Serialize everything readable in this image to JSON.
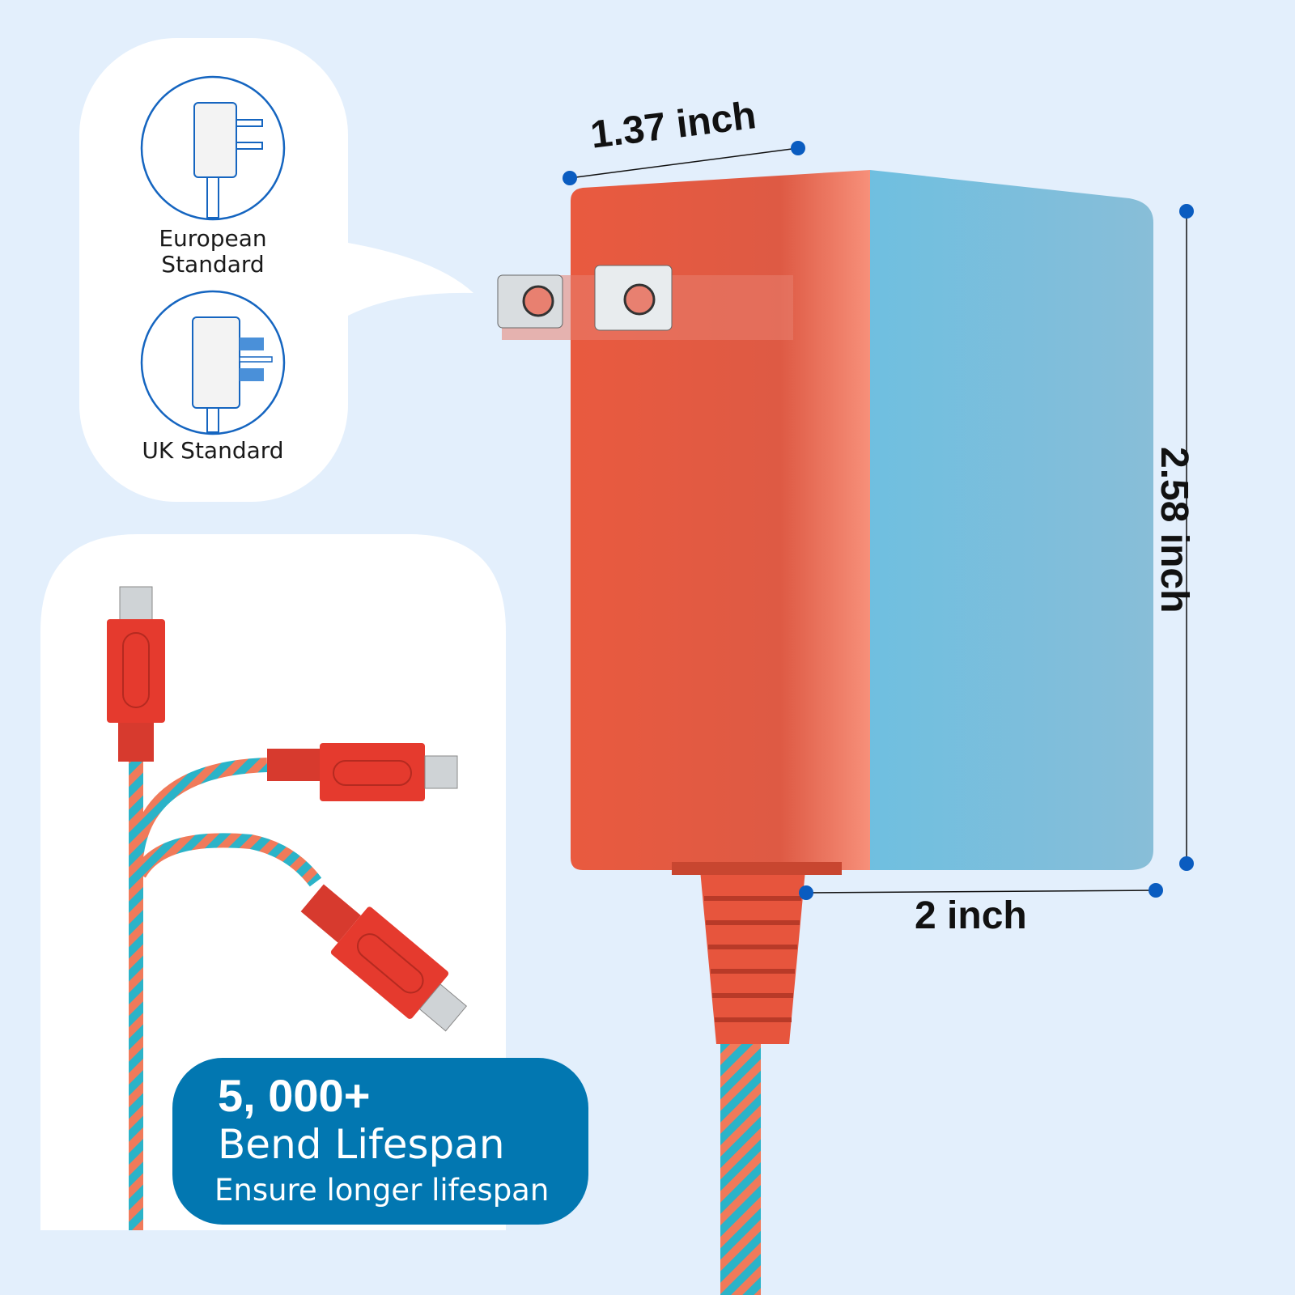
{
  "plug_options": {
    "european_label": "European Standard",
    "uk_label": "UK Standard"
  },
  "dimensions": {
    "depth": "1.37 inch",
    "width": "2 inch",
    "height": "2.58 inch"
  },
  "badge": {
    "count": "5, 000+",
    "title": "Bend Lifespan",
    "subtitle": "Ensure longer lifespan"
  },
  "colors": {
    "background": "#e3effc",
    "accent_blue": "#0277b1",
    "adapter_orange": "#e2553c",
    "adapter_blue": "#7fbfdc",
    "dimension_dot": "#0a5cc0"
  }
}
